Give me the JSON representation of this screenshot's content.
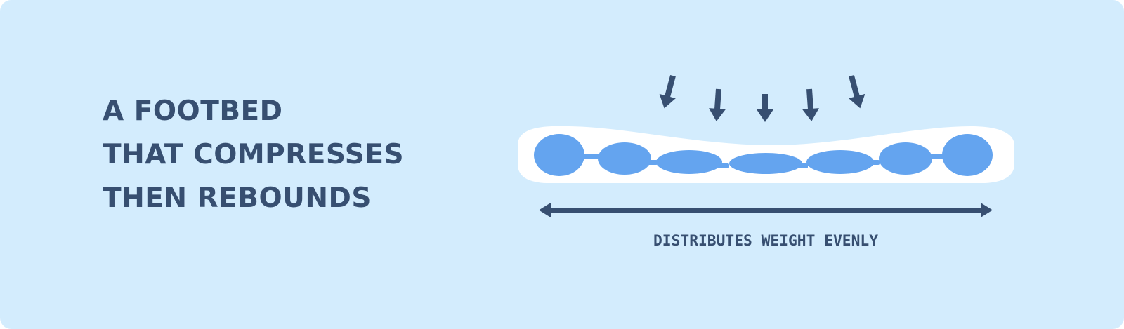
{
  "headline": {
    "line1": "A FOOTBED",
    "line2": "THAT COMPRESSES",
    "line3": "THEN REBOUNDS"
  },
  "diagram": {
    "caption": "DISTRIBUTES WEIGHT EVENLY",
    "pressure_arrow_count": 5,
    "cushion_cell_count": 7
  },
  "colors": {
    "background": "#d3ecfd",
    "text": "#374f71",
    "footbed": "#ffffff",
    "cells": "#64a4ef"
  }
}
